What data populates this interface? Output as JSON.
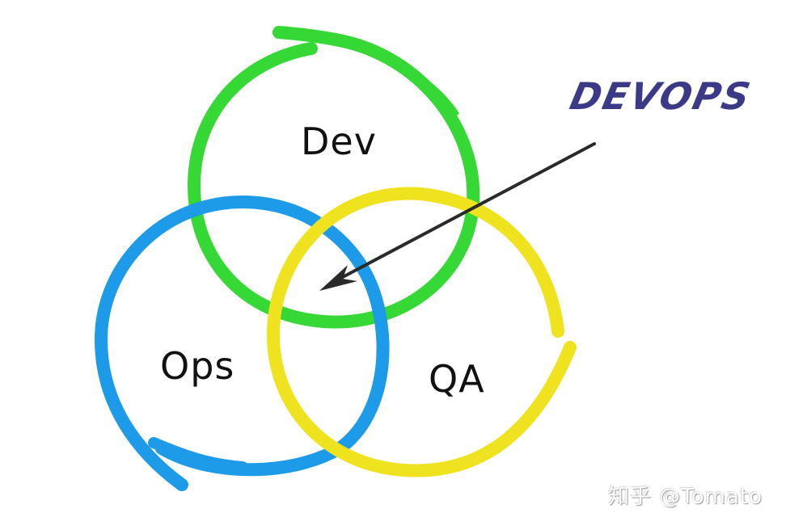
{
  "diagram": {
    "title": "DEVOPS",
    "title_color": "#3b3a87",
    "circles": [
      {
        "label": "Dev",
        "color": "#35d834"
      },
      {
        "label": "Ops",
        "color": "#1e9be8"
      },
      {
        "label": "QA",
        "color": "#efe21e"
      }
    ],
    "arrow": {
      "color": "#2a2a2a",
      "points_to": "intersection of Dev, Ops and QA"
    }
  },
  "watermark": "知乎 @Tomato"
}
